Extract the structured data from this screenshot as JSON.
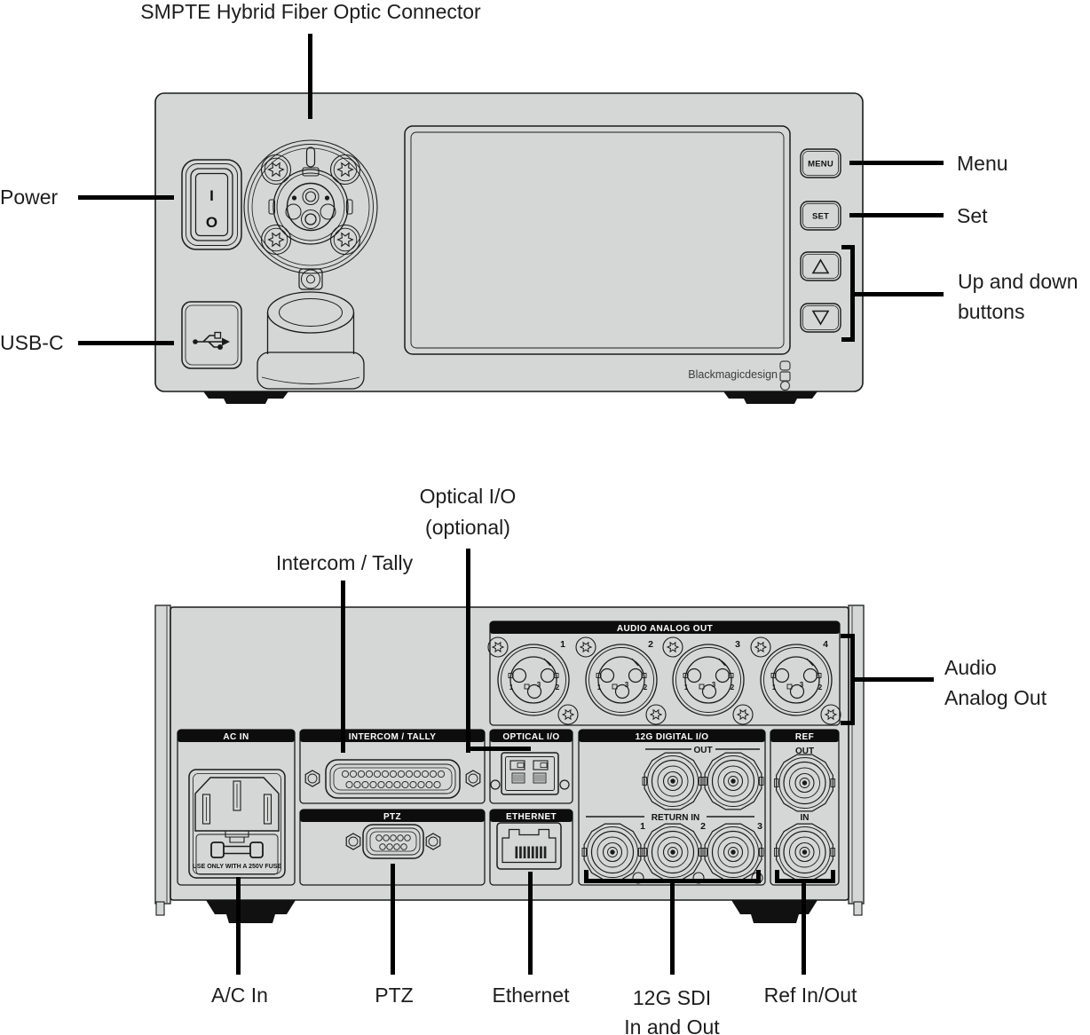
{
  "front": {
    "connector_label": "SMPTE Hybrid Fiber Optic Connector",
    "power_label": "Power",
    "usb_label": "USB-C",
    "menu_label": "Menu",
    "set_label": "Set",
    "updown_label_1": "Up and down",
    "updown_label_2": "buttons",
    "menu_button": "MENU",
    "set_button": "SET",
    "power_on": "I",
    "power_off": "O",
    "logo": "Blackmagicdesign"
  },
  "rear": {
    "callouts": {
      "optical_1": "Optical I/O",
      "optical_2": "(optional)",
      "intercom": "Intercom / Tally",
      "audio_1": "Audio",
      "audio_2": "Analog Out",
      "ac": "A/C In",
      "ptz": "PTZ",
      "ethernet": "Ethernet",
      "sdi_1": "12G SDI",
      "sdi_2": "In and Out",
      "ref": "Ref In/Out"
    },
    "sections": {
      "audio": "AUDIO ANALOG OUT",
      "ac": "AC IN",
      "intercom": "INTERCOM / TALLY",
      "optical": "OPTICAL I/O",
      "digital": "12G DIGITAL I/O",
      "ref": "REF",
      "ptz": "PTZ",
      "ethernet": "ETHERNET"
    },
    "digital": {
      "out": "OUT",
      "return_in": "RETURN IN",
      "return_numbers": [
        "1",
        "2",
        "3"
      ]
    },
    "ref": {
      "out": "OUT",
      "in": "IN"
    },
    "audio": {
      "numbers": [
        "1",
        "2",
        "3",
        "4"
      ],
      "pins": [
        "1",
        "2",
        "3"
      ]
    },
    "ac": {
      "fuse": "USE ONLY WITH A 250V FUSE"
    }
  },
  "colors": {
    "panel": "#d5d7d6",
    "outline": "#1a1a1a",
    "header_bar": "#0d0d0d",
    "label_text": "#1d1d1d"
  }
}
